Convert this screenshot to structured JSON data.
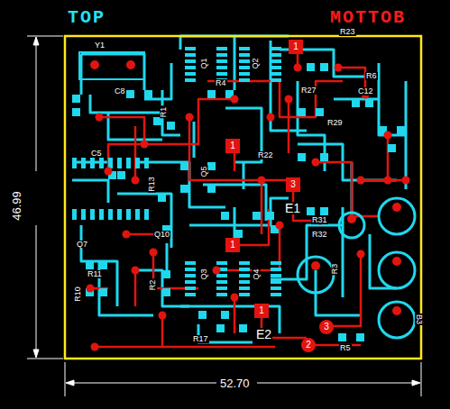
{
  "diagram": {
    "labels": [
      "TOP",
      "MOTTOB",
      "46.99",
      "52.70",
      "Y1",
      "C8",
      "R23",
      "Q1",
      "Q2",
      "R27",
      "C12",
      "R6",
      "R1",
      "R4",
      "R29",
      "Q5",
      "R13",
      "C5",
      "Q10",
      "R10",
      "R11",
      "Q7",
      "R2",
      "Q3",
      "Q4",
      "R17",
      "E1",
      "E2",
      "R31",
      "R32",
      "R3",
      "R5",
      "B3",
      "R22",
      "1",
      "1",
      "3",
      "1",
      "1",
      "3",
      "2"
    ]
  }
}
